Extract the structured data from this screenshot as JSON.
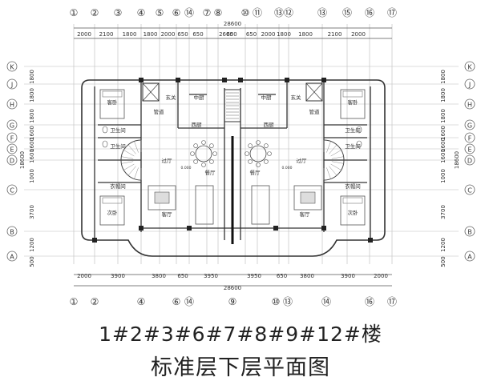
{
  "axes": {
    "top": [
      "①",
      "②",
      "③",
      "④",
      "⑤",
      "⑥",
      "⑭",
      "⑦",
      "⑧",
      "⑩",
      "⑪",
      "⑬",
      "⑫",
      "⑬",
      "⑮",
      "⑯",
      "⑰"
    ],
    "bottom": [
      "①",
      "②",
      "④",
      "⑥",
      "⑭",
      "⑨",
      "⑩",
      "⑬",
      "⑭",
      "⑯",
      "⑰"
    ],
    "rows": [
      "K",
      "J",
      "H",
      "G",
      "F",
      "E",
      "D",
      "C",
      "B",
      "A"
    ]
  },
  "dimensions": {
    "top_total": "28600",
    "top": [
      "2000",
      "2100",
      "1800",
      "1800",
      "2000",
      "650",
      "650",
      "2600",
      "650",
      "650",
      "2000",
      "1800",
      "1800",
      "2100",
      "2000"
    ],
    "bottom_total": "28600",
    "bottom": [
      "2000",
      "3900",
      "3800",
      "650",
      "3950",
      "3950",
      "650",
      "3800",
      "3900",
      "2000"
    ],
    "left": [
      "1800",
      "1800",
      "1800",
      "1600",
      "1600",
      "1600",
      "1000",
      "3700",
      "1200",
      "500"
    ],
    "right": [
      "1800",
      "1800",
      "1800",
      "1600",
      "1600",
      "1600",
      "1000",
      "3700",
      "1200",
      "500"
    ],
    "side_total": "18600"
  },
  "rooms": {
    "guest_room": "客卧",
    "elevator": "管道",
    "entrance": "玄关",
    "kitchen": "中厨",
    "western_kitchen": "西厨",
    "bathroom": "卫生间",
    "corridor": "过厅",
    "dining": "餐厅",
    "closet": "衣帽间",
    "living": "客厅",
    "second_bedroom": "次卧"
  },
  "level_mark": "0.000",
  "caption": {
    "line1": "1#2#3#6#7#8#9#12#楼",
    "line2": "标准层下层平面图"
  }
}
